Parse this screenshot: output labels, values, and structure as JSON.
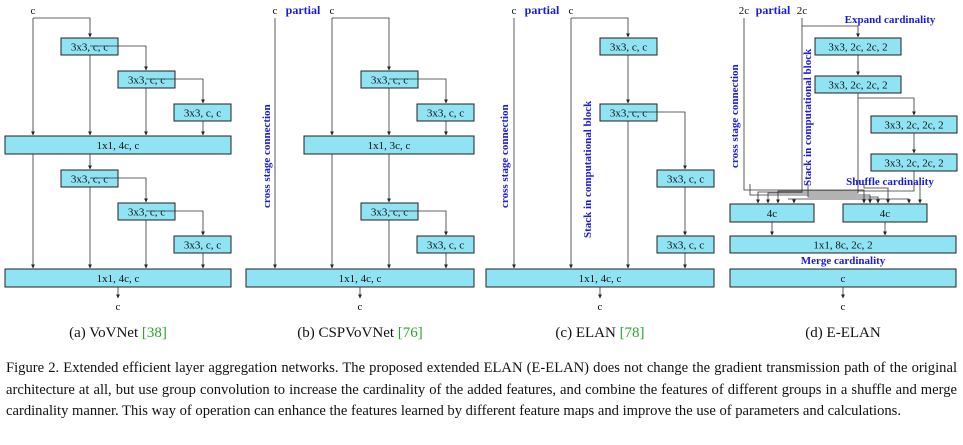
{
  "panels": [
    {
      "key": "a",
      "caption": "(a) VoVNet ",
      "ref": "[38]",
      "top_labels": [
        "c"
      ],
      "boxes": [
        "3x3, c, c",
        "3x3, c, c",
        "3x3, c, c",
        "1x1, 4c, c",
        "3x3, c, c",
        "3x3, c, c",
        "3x3, c, c",
        "1x1, 4c, c"
      ],
      "output": "c"
    },
    {
      "key": "b",
      "caption": "(b) CSPVoVNet ",
      "ref": "[76]",
      "top_labels": [
        "c",
        "partial",
        "c"
      ],
      "side_label": "cross stage connection",
      "boxes": [
        "3x3, c, c",
        "3x3, c, c",
        "1x1, 3c, c",
        "3x3, c, c",
        "3x3, c, c",
        "1x1, 4c, c"
      ],
      "output": "c"
    },
    {
      "key": "c",
      "caption": "(c) ELAN ",
      "ref": "[78]",
      "top_labels": [
        "c",
        "partial",
        "c"
      ],
      "side_label": "cross stage connection",
      "stack_label": "Stack in computational block",
      "boxes": [
        "3x3, c, c",
        "3x3, c, c",
        "3x3, c, c",
        "3x3, c, c",
        "1x1, 4c, c"
      ],
      "output": "c"
    },
    {
      "key": "d",
      "caption": "(d) E-ELAN",
      "ref": "",
      "top_labels": [
        "2c",
        "partial",
        "2c"
      ],
      "side_label": "cross stage connection",
      "stack_label": "Stack in computational block",
      "expand_label": "Expand cardinality",
      "shuffle_label": "Shuffle cardinality",
      "merge_label": "Merge cardinality",
      "boxes": [
        "3x3, 2c, 2c, 2",
        "3x3, 2c, 2c, 2",
        "3x3, 2c, 2c, 2",
        "3x3, 2c, 2c, 2",
        "4c",
        "4c",
        "1x1, 8c, 2c, 2",
        "c"
      ],
      "output": "c"
    }
  ],
  "figure_caption": "Figure 2. Extended efficient layer aggregation networks. The proposed extended ELAN (E-ELAN) does not change the gradient transmission path of the original architecture at all, but use group convolution to increase the cardinality of the added features, and combine the features of different groups in a shuffle and merge cardinality manner. This way of operation can enhance the features learned by different feature maps and improve the use of parameters and calculations."
}
